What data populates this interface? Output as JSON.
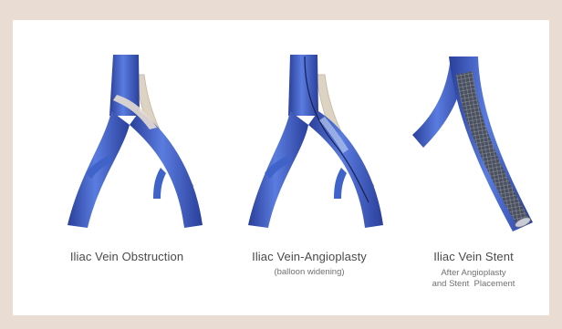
{
  "panels": [
    {
      "title": "Iliac Vein Obstruction",
      "subtitle_lines": []
    },
    {
      "title": "Iliac Vein-Angioplasty",
      "subtitle_lines": [
        "(balloon widening)"
      ]
    },
    {
      "title": "Iliac Vein Stent",
      "subtitle_lines": [
        "After Angioplasty",
        "and Stent  Placement"
      ]
    }
  ],
  "colors": {
    "vein": "#3f63c9",
    "vein_dark": "#2a3f9a",
    "vein_light": "#7f9ce6",
    "artery_tan": "#ddd3c3",
    "stent": "#4a4f5e",
    "background": "#e9dcd2"
  }
}
